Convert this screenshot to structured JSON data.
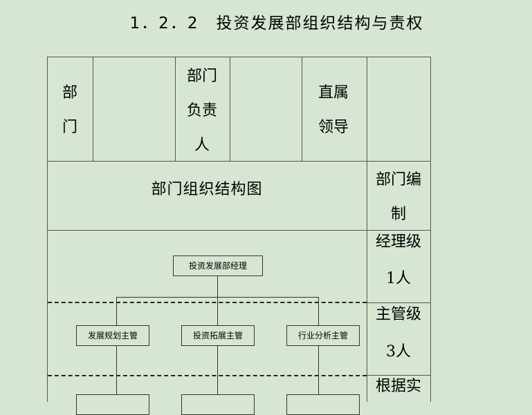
{
  "title": "1．2．2　投资发展部组织结构与责权",
  "table": {
    "dept_label": "部门",
    "dept_head_label": "部门负责人",
    "supervisor_label": "直属领导",
    "org_chart_title": "部门组织结构图",
    "staffing_label": "部门编制",
    "manager_level": "经理级",
    "manager_count": "1人",
    "supervisor_level": "主管级",
    "supervisor_count": "3人",
    "other_level": "根据实"
  },
  "org_chart": {
    "root": "投资发展部经理",
    "children": [
      "发展规划主管",
      "投资拓展主管",
      "行业分析主管"
    ]
  }
}
